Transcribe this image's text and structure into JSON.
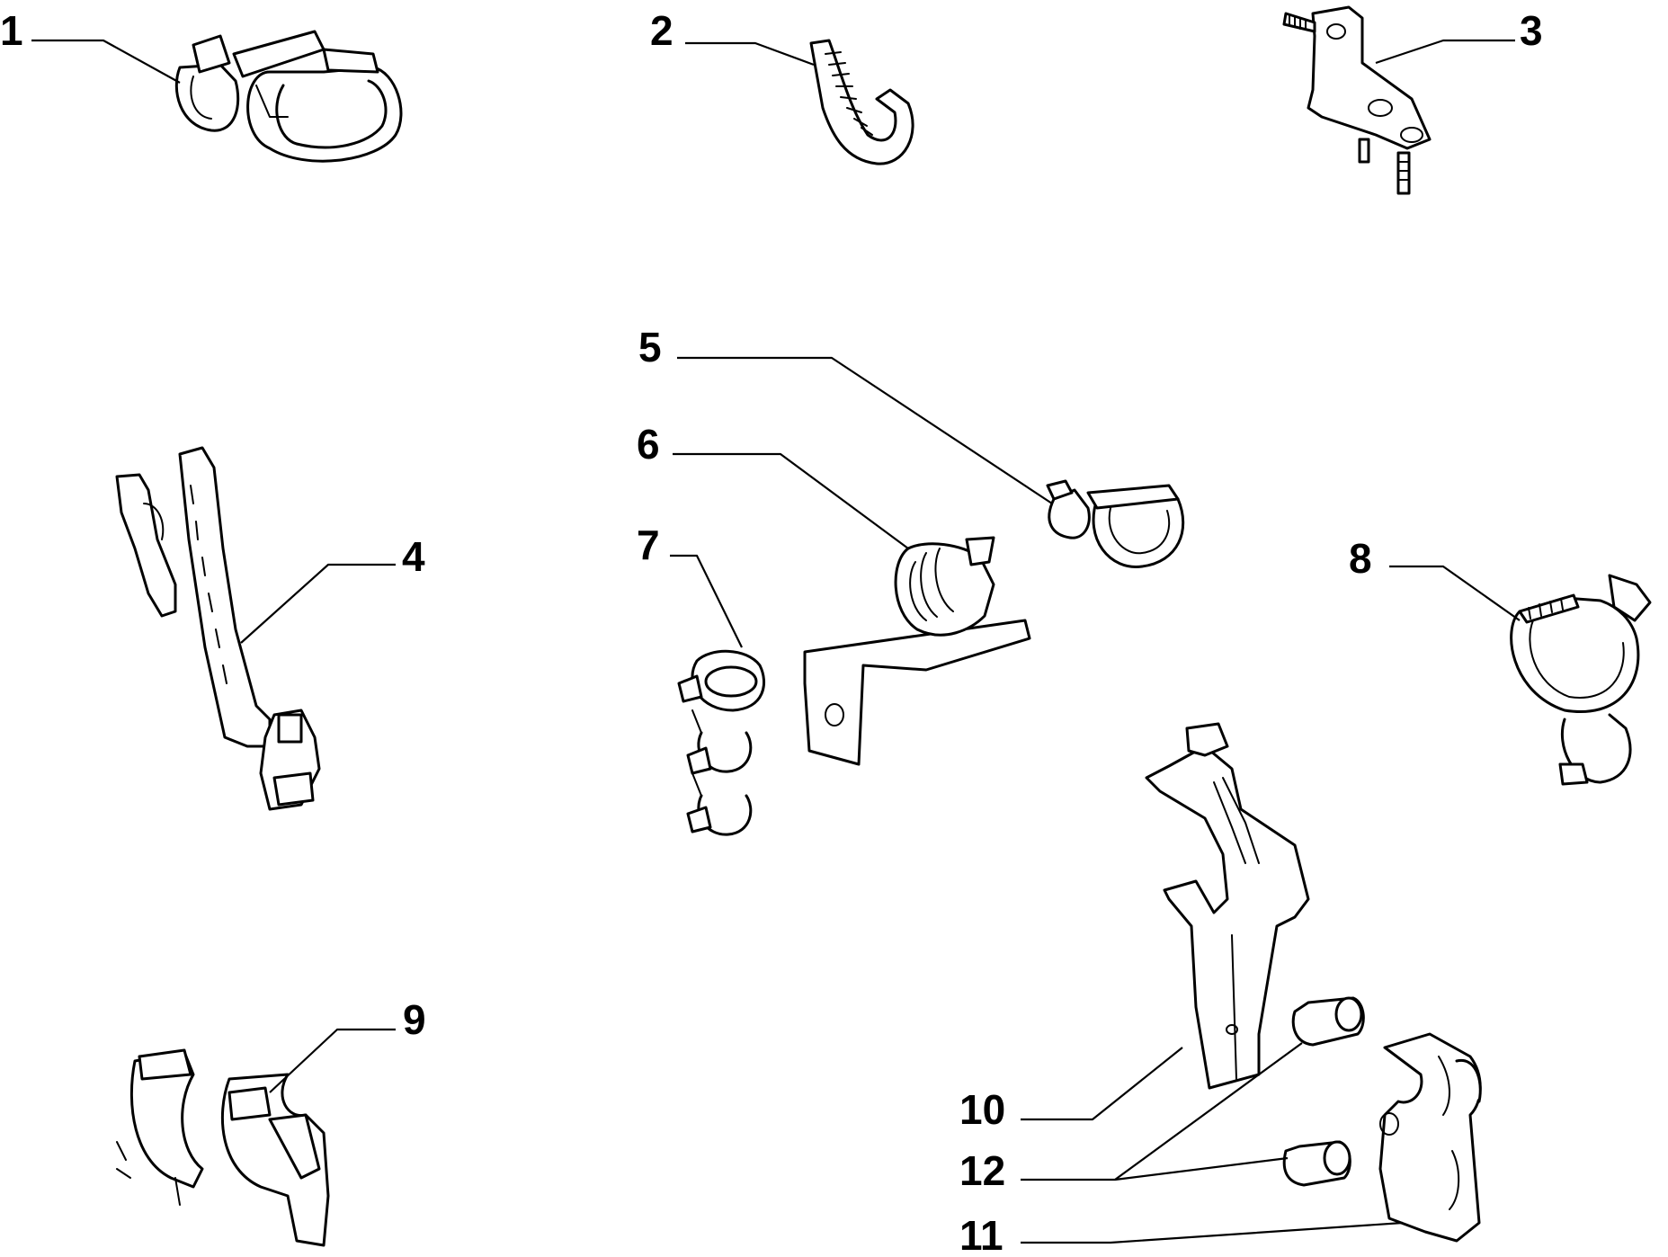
{
  "callouts": [
    {
      "id": "1",
      "label": "1"
    },
    {
      "id": "2",
      "label": "2"
    },
    {
      "id": "3",
      "label": "3"
    },
    {
      "id": "4",
      "label": "4"
    },
    {
      "id": "5",
      "label": "5"
    },
    {
      "id": "6",
      "label": "6"
    },
    {
      "id": "7",
      "label": "7"
    },
    {
      "id": "8",
      "label": "8"
    },
    {
      "id": "9",
      "label": "9"
    },
    {
      "id": "10",
      "label": "10"
    },
    {
      "id": "11",
      "label": "11"
    },
    {
      "id": "12",
      "label": "12"
    }
  ],
  "colors": {
    "line": "#000000",
    "background": "#ffffff"
  }
}
